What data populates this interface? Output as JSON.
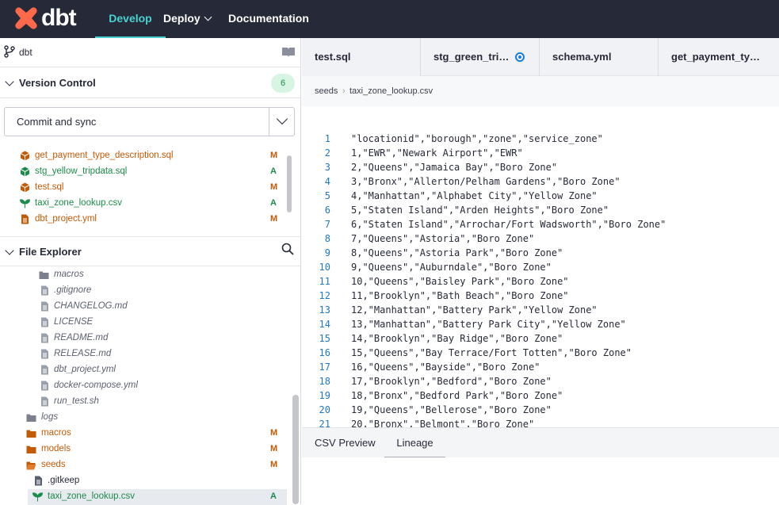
{
  "topnav": {
    "brand": "dbt",
    "items": [
      {
        "label": "Develop",
        "active": true
      },
      {
        "label": "Deploy",
        "has_dropdown": true
      },
      {
        "label": "Documentation"
      }
    ]
  },
  "sidebar": {
    "branch": "dbt",
    "version_control": {
      "title": "Version Control",
      "count": "6",
      "commit_label": "Commit and sync",
      "files": [
        {
          "name": "get_payment_type_description.sql",
          "status": "M",
          "icon": "model-icon"
        },
        {
          "name": "stg_yellow_tripdata.sql",
          "status": "A",
          "icon": "model-icon"
        },
        {
          "name": "test.sql",
          "status": "M",
          "icon": "model-icon"
        },
        {
          "name": "taxi_zone_lookup.csv",
          "status": "A",
          "icon": "seed-icon"
        },
        {
          "name": "dbt_project.yml",
          "status": "M",
          "icon": "file-icon"
        }
      ]
    },
    "file_explorer": {
      "title": "File Explorer",
      "items": [
        {
          "name": "macros",
          "type": "folder",
          "ignored": true,
          "status": ""
        },
        {
          "name": ".gitignore",
          "type": "file",
          "ignored": true,
          "status": ""
        },
        {
          "name": "CHANGELOG.md",
          "type": "file",
          "ignored": true,
          "status": ""
        },
        {
          "name": "LICENSE",
          "type": "file",
          "ignored": true,
          "status": ""
        },
        {
          "name": "README.md",
          "type": "file",
          "ignored": true,
          "status": ""
        },
        {
          "name": "RELEASE.md",
          "type": "file",
          "ignored": true,
          "status": ""
        },
        {
          "name": "dbt_project.yml",
          "type": "file",
          "ignored": true,
          "status": ""
        },
        {
          "name": "docker-compose.yml",
          "type": "file",
          "ignored": true,
          "status": ""
        },
        {
          "name": "run_test.sh",
          "type": "file",
          "ignored": true,
          "status": ""
        },
        {
          "name": "logs",
          "type": "folder",
          "ignored": true,
          "status": ""
        },
        {
          "name": "macros",
          "type": "folder",
          "status": "M"
        },
        {
          "name": "models",
          "type": "folder",
          "status": "M"
        },
        {
          "name": "seeds",
          "type": "folder-open",
          "status": "M"
        },
        {
          "name": ".gitkeep",
          "type": "file",
          "status": ""
        },
        {
          "name": "taxi_zone_lookup.csv",
          "type": "seed",
          "status": "A"
        }
      ]
    }
  },
  "editor": {
    "tabs": [
      {
        "label": "test.sql"
      },
      {
        "label": "stg_green_tri…",
        "unsaved": true
      },
      {
        "label": "schema.yml"
      },
      {
        "label": "get_payment_ty…"
      }
    ],
    "breadcrumb": [
      "seeds",
      "taxi_zone_lookup.csv"
    ],
    "lines": [
      "\"locationid\",\"borough\",\"zone\",\"service_zone\"",
      "1,\"EWR\",\"Newark Airport\",\"EWR\"",
      "2,\"Queens\",\"Jamaica Bay\",\"Boro Zone\"",
      "3,\"Bronx\",\"Allerton/Pelham Gardens\",\"Boro Zone\"",
      "4,\"Manhattan\",\"Alphabet City\",\"Yellow Zone\"",
      "5,\"Staten Island\",\"Arden Heights\",\"Boro Zone\"",
      "6,\"Staten Island\",\"Arrochar/Fort Wadsworth\",\"Boro Zone\"",
      "7,\"Queens\",\"Astoria\",\"Boro Zone\"",
      "8,\"Queens\",\"Astoria Park\",\"Boro Zone\"",
      "9,\"Queens\",\"Auburndale\",\"Boro Zone\"",
      "10,\"Queens\",\"Baisley Park\",\"Boro Zone\"",
      "11,\"Brooklyn\",\"Bath Beach\",\"Boro Zone\"",
      "12,\"Manhattan\",\"Battery Park\",\"Yellow Zone\"",
      "13,\"Manhattan\",\"Battery Park City\",\"Yellow Zone\"",
      "14,\"Brooklyn\",\"Bay Ridge\",\"Boro Zone\"",
      "15,\"Queens\",\"Bay Terrace/Fort Totten\",\"Boro Zone\"",
      "16,\"Queens\",\"Bayside\",\"Boro Zone\"",
      "17,\"Brooklyn\",\"Bedford\",\"Boro Zone\"",
      "18,\"Bronx\",\"Bedford Park\",\"Boro Zone\"",
      "19,\"Queens\",\"Bellerose\",\"Boro Zone\"",
      "20,\"Bronx\",\"Belmont\",\"Boro Zone\""
    ],
    "bottom_tabs": [
      {
        "label": "CSV Preview",
        "active": false
      },
      {
        "label": "Lineage",
        "active": true
      }
    ]
  },
  "colors": {
    "nav_bg": "#262a38",
    "accent": "#47d1d0",
    "modified": "#c35a06",
    "added": "#1c8c4a",
    "line_number": "#1f78c1"
  }
}
